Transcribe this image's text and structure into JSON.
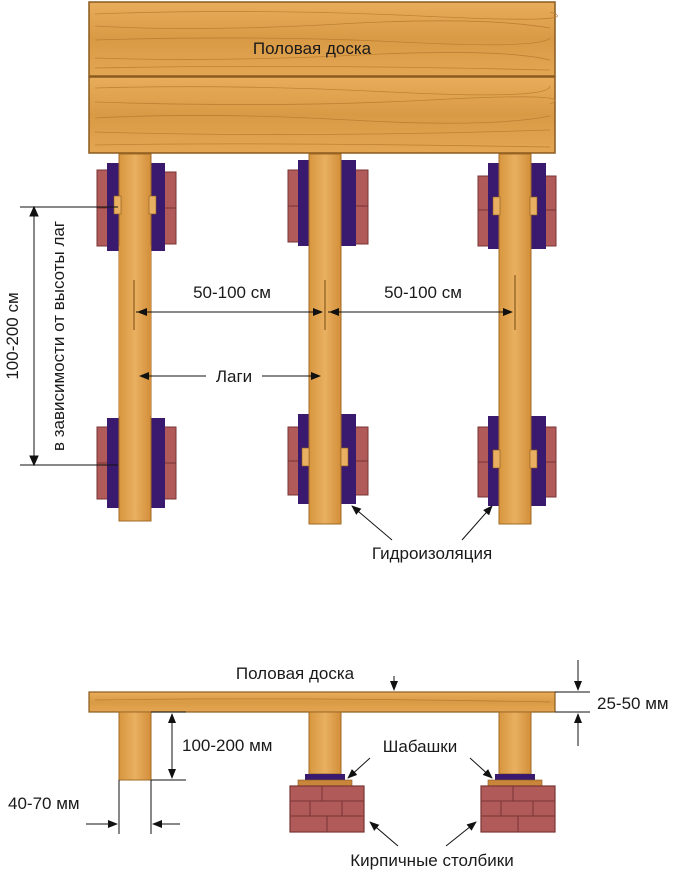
{
  "labels": {
    "floor_board_top": "Половая доска",
    "spacing_left": "50-100 см",
    "spacing_right": "50-100 см",
    "joists": "Лаги",
    "vertical_range": "100-200 см",
    "vertical_note": "в зависимости от высоты лаг",
    "waterproofing": "Гидроизоляция",
    "floor_board_bottom": "Половая доска",
    "board_thickness": "25-50 мм",
    "joist_height": "100-200 мм",
    "shims": "Шабашки",
    "joist_width": "40-70 мм",
    "brick_piers": "Кирпичные столбики"
  },
  "colors": {
    "wood": "#dfa24e",
    "wood_dark": "#b57a2e",
    "board_line": "#8a5a1f",
    "waterproofing": "#3a1a6e",
    "brick": "#b05a5a",
    "brick_dark": "#7a3434",
    "shim": "#c9853a"
  }
}
